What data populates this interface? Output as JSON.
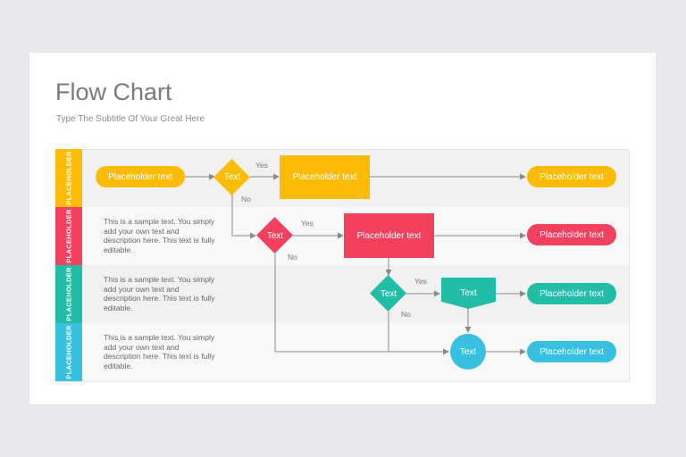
{
  "title": "Flow Chart",
  "subtitle": "Type The Subtitle Of Your Great Here",
  "colors": {
    "yellow": "#fcbc05",
    "red": "#f3405f",
    "teal": "#22bda6",
    "cyan": "#38c0e0",
    "lane_light": "#f1f1f1",
    "lane_lighter": "#f8f8f8",
    "line": "#8a8a8a"
  },
  "lanes": [
    {
      "label": "PLACEHOLDER",
      "description": ""
    },
    {
      "label": "PLACEHOLDER",
      "description": "This is a sample text. You simply add your own text and description here. This text is fully editable."
    },
    {
      "label": "PLACEHOLDER",
      "description": "This is a sample text. You simply add your own text and description here. This text is fully editable."
    },
    {
      "label": "PLACEHOLDER",
      "description": "This is a sample text. You simply add your own text and description here. This text is fully editable."
    }
  ],
  "nodes": {
    "start": "Placeholder text",
    "decision1": "Text",
    "process1": "Placeholder text",
    "end1": "Placeholder text",
    "decision2": "Text",
    "process2": "Placeholder text",
    "end2": "Placeholder text",
    "decision3": "Text",
    "process3": "Text",
    "end3": "Placeholder text",
    "connector": "Text",
    "end4": "Placeholder text"
  },
  "branches": {
    "yes": "Yes",
    "no": "No"
  }
}
